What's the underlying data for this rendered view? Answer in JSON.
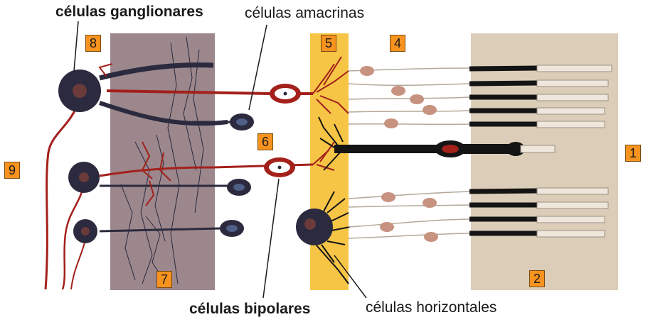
{
  "labels": {
    "ganglionares": "células ganglionares",
    "amacrinas": "células amacrinas",
    "bipolares": "células bipolares",
    "horizontales": "células horizontales"
  },
  "markers": {
    "m1": "1",
    "m2": "2",
    "m4": "4",
    "m5": "5",
    "m6": "6",
    "m7": "7",
    "m8": "8",
    "m9": "9"
  },
  "colors": {
    "marker_fill": "#f7931e",
    "plexiform_band": "#9b878c",
    "yellow_band": "#f7c545",
    "photoreceptor_band": "#dccdb8",
    "neuron_red": "#a3201b",
    "neuron_dark": "#2b2a3e",
    "receptor_black": "#141414"
  }
}
